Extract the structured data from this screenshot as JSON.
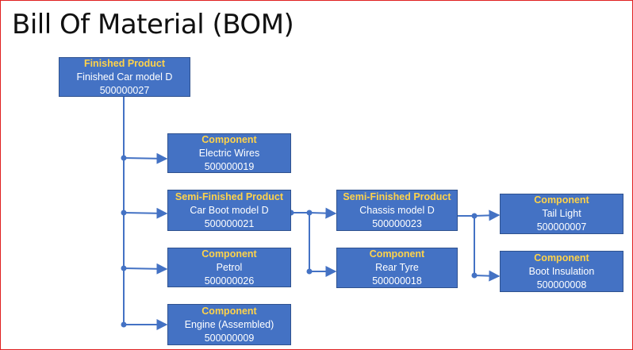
{
  "title": "Bill Of Material (BOM)",
  "colors": {
    "node_fill": "#4472c4",
    "node_border": "#2f528f",
    "kind_text": "#ffd34a",
    "connector": "#4472c4",
    "frame": "#e02020"
  },
  "nodes": {
    "finished": {
      "kind": "Finished Product",
      "name": "Finished Car model D",
      "code": "500000027"
    },
    "electric_wires": {
      "kind": "Component",
      "name": "Electric Wires",
      "code": "500000019"
    },
    "car_boot": {
      "kind": "Semi-Finished Product",
      "name": "Car Boot model D",
      "code": "500000021"
    },
    "petrol": {
      "kind": "Component",
      "name": "Petrol",
      "code": "500000026"
    },
    "engine": {
      "kind": "Component",
      "name": "Engine (Assembled)",
      "code": "500000009"
    },
    "chassis": {
      "kind": "Semi-Finished Product",
      "name": "Chassis model D",
      "code": "500000023"
    },
    "rear_tyre": {
      "kind": "Component",
      "name": "Rear Tyre",
      "code": "500000018"
    },
    "tail_light": {
      "kind": "Component",
      "name": "Tail Light",
      "code": "500000007"
    },
    "boot_insulation": {
      "kind": "Component",
      "name": "Boot Insulation",
      "code": "500000008"
    }
  }
}
